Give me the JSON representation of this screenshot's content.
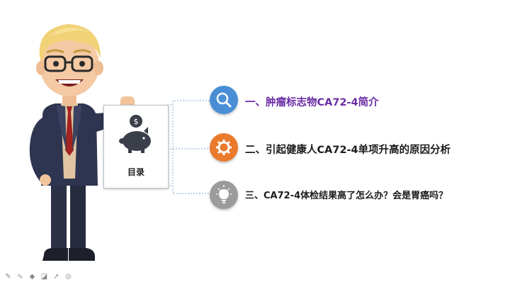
{
  "card": {
    "label": "目录",
    "icon": "piggy-bank-dollar-icon"
  },
  "items": [
    {
      "text": "一、肿瘤标志物CA72-4简介",
      "icon": "search-icon",
      "color": "#4a8fd6",
      "text_color": "#6a2da4"
    },
    {
      "text": "二、引起健康人CA72-4单项升高的原因分析",
      "icon": "gear-icon",
      "color": "#ea7a2c",
      "text_color": "#1c1c1c"
    },
    {
      "text": "三、CA72-4体检结果高了怎么办？会是胃癌吗？",
      "icon": "lightbulb-icon",
      "color": "#9b9b9b",
      "text_color": "#1c1c1c"
    }
  ],
  "toolbar": [
    {
      "icon": "pen-icon"
    },
    {
      "icon": "curve-icon"
    },
    {
      "icon": "brush-icon"
    },
    {
      "icon": "eraser-icon"
    },
    {
      "icon": "pointer-icon"
    },
    {
      "icon": "target-icon"
    }
  ]
}
